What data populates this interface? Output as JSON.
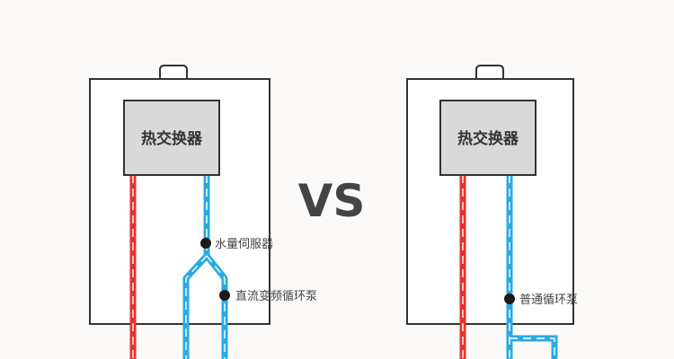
{
  "vs_text": "VS",
  "left": {
    "heat_exchanger": "热交换器",
    "label_servo": "水量伺服器",
    "label_pump": "直流变频循环泵"
  },
  "right": {
    "heat_exchanger": "热交换器",
    "label_pump": "普通循环泵"
  },
  "colors": {
    "hot_pipe": "#e8322e",
    "cold_pipe": "#29abe2",
    "heat_exchanger_fill": "#d9d9d9",
    "outline": "#333333",
    "marker": "#1a1a1a"
  }
}
